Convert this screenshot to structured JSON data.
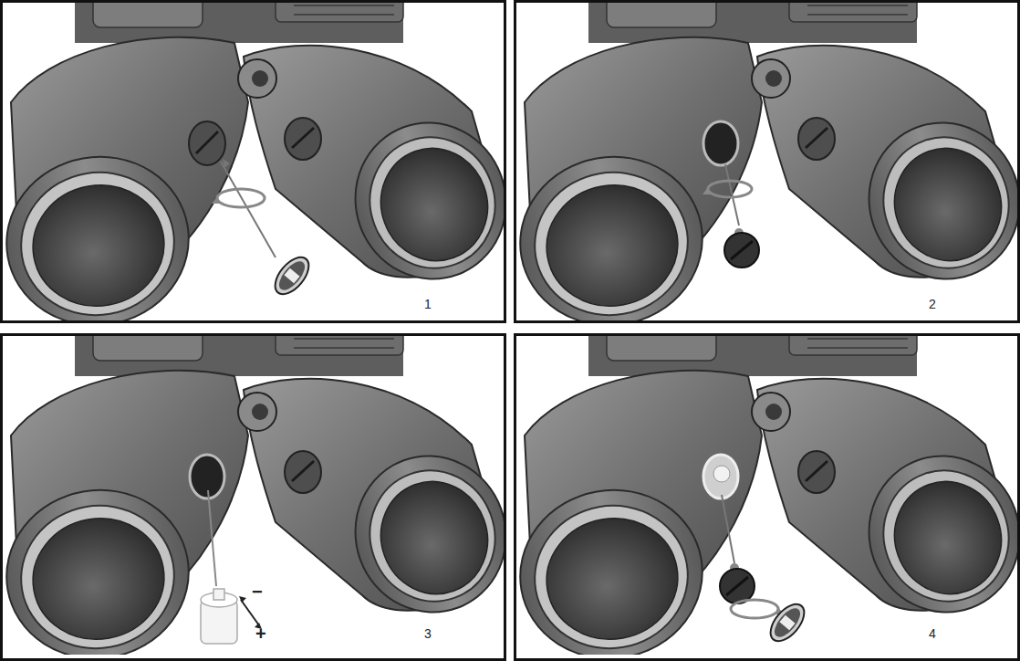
{
  "diagram": {
    "nodes": [
      {
        "text": [
          "1"
        ]
      },
      {
        "text": [
          "2"
        ]
      },
      {
        "text": [
          "3"
        ]
      },
      {
        "text": [
          "4"
        ]
      }
    ],
    "labels": [
      "−",
      "+"
    ]
  }
}
